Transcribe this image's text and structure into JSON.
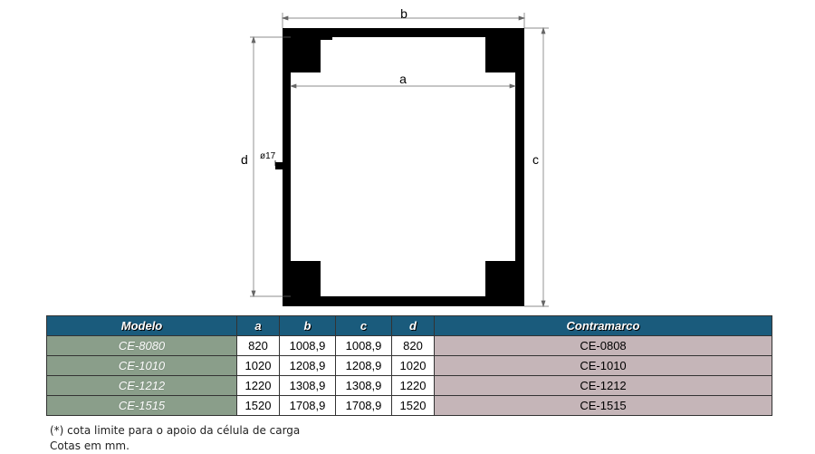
{
  "drawing": {
    "label_a": "a",
    "label_b": "b",
    "label_c": "c",
    "label_d": "d",
    "label_hole": "ø17"
  },
  "table": {
    "headers": [
      "Modelo",
      "a",
      "b",
      "c",
      "d",
      "Contramarco"
    ],
    "rows": [
      [
        "CE-8080",
        "820",
        "1008,9",
        "1008,9",
        "820",
        "CE-0808"
      ],
      [
        "CE-1010",
        "1020",
        "1208,9",
        "1208,9",
        "1020",
        "CE-1010"
      ],
      [
        "CE-1212",
        "1220",
        "1308,9",
        "1308,9",
        "1220",
        "CE-1212"
      ],
      [
        "CE-1515",
        "1520",
        "1708,9",
        "1708,9",
        "1520",
        "CE-1515"
      ]
    ]
  },
  "notes": {
    "load_cell": "(*) cota limite para o apoio da célula de carga",
    "units": "Cotas em mm."
  },
  "colors": {
    "header_bg": "#1a5b7c",
    "model_bg": "#8a9e8a",
    "frame_bg": "#c5b5b8"
  }
}
